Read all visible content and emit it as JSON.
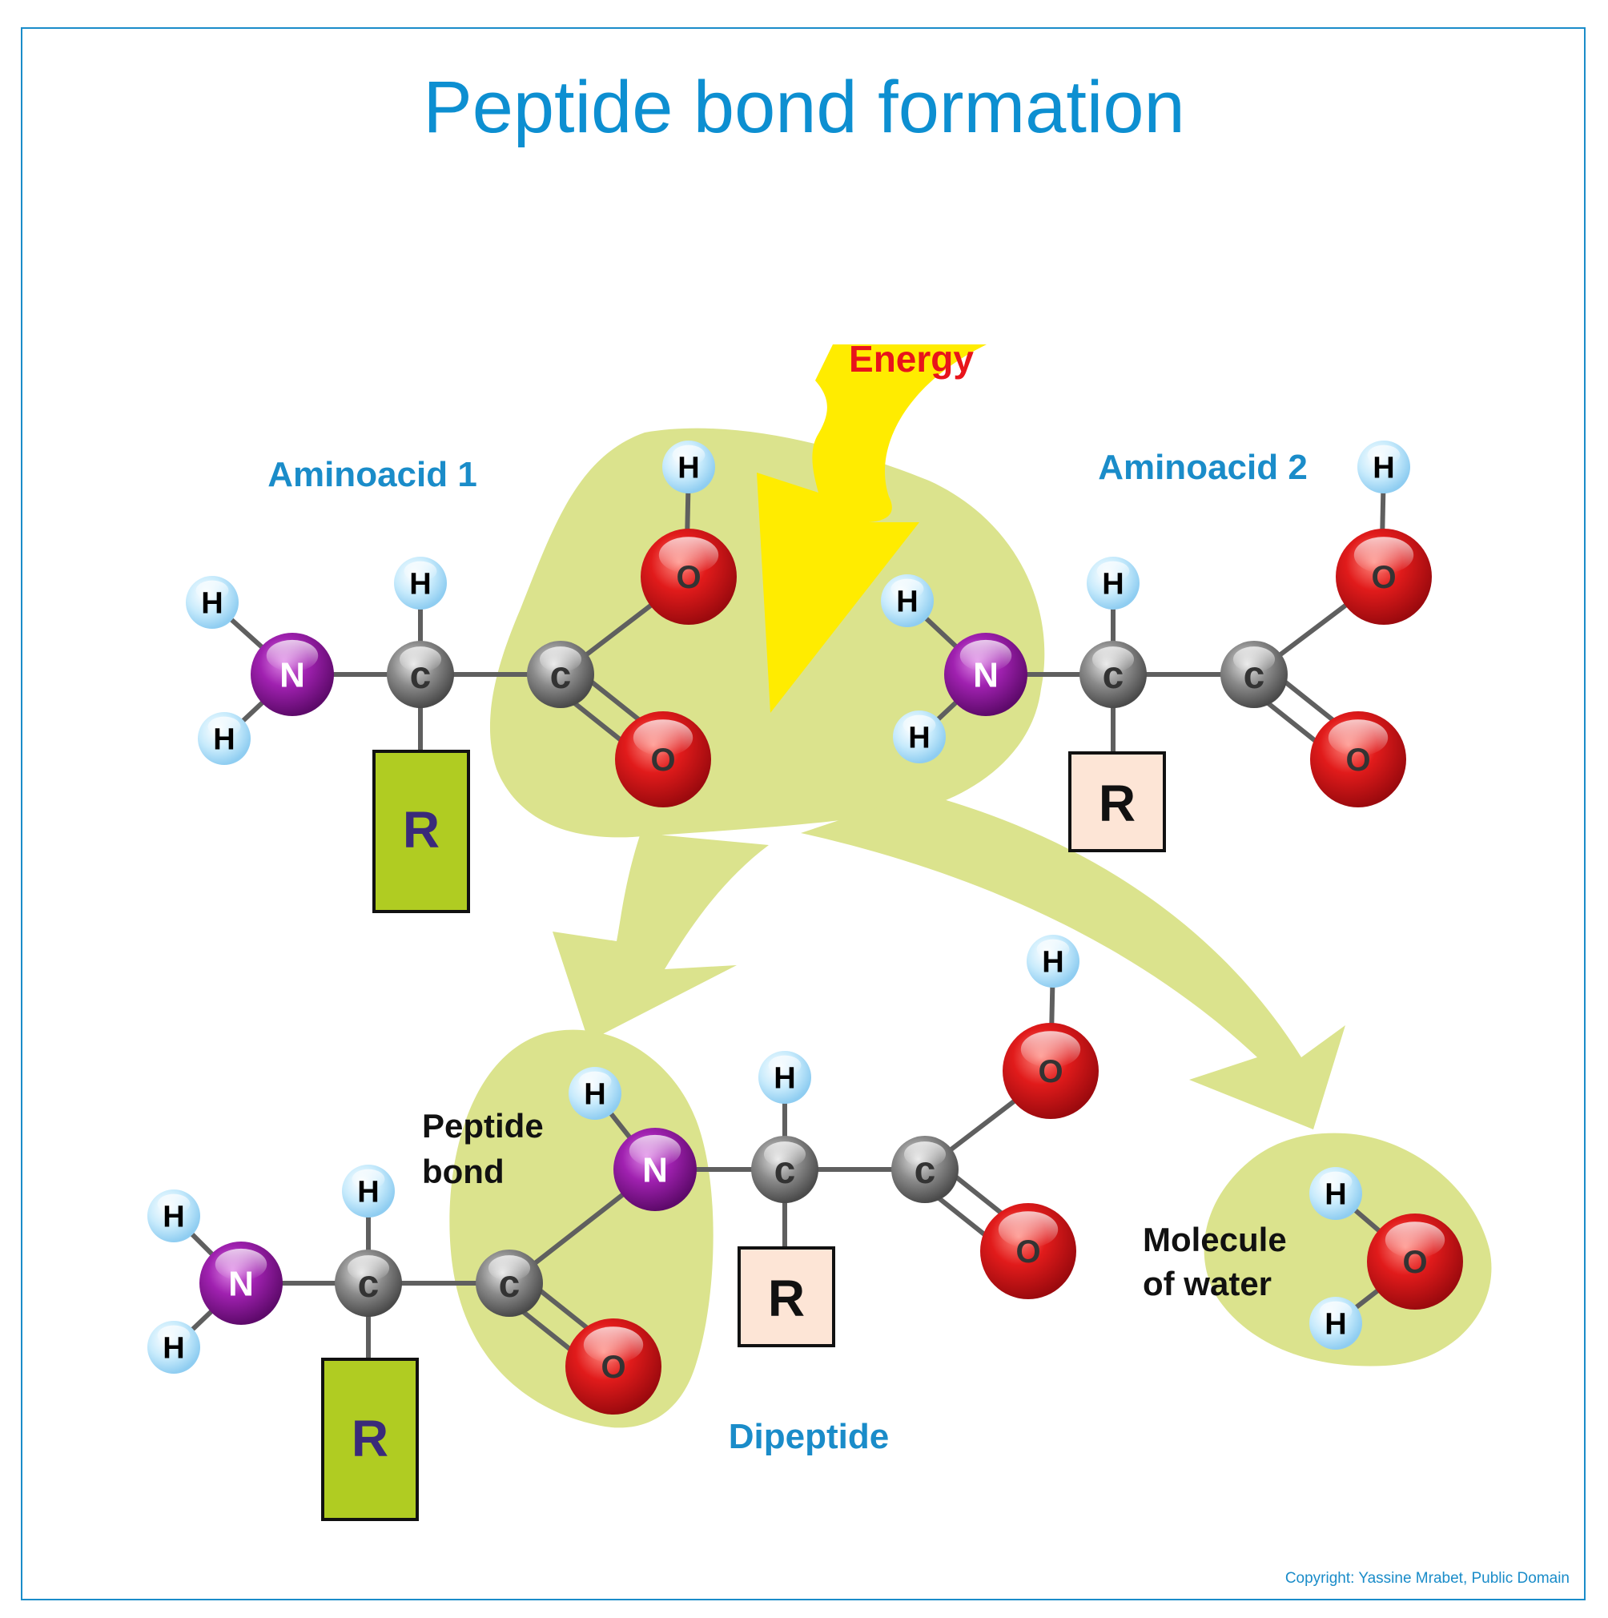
{
  "title": "Peptide bond formation",
  "labels": {
    "energy": "Energy",
    "aminoacid1": "Aminoacid 1",
    "aminoacid2": "Aminoacid 2",
    "peptide_bond_line1": "Peptide",
    "peptide_bond_line2": "bond",
    "dipeptide": "Dipeptide",
    "water_line1": "Molecule",
    "water_line2": "of water"
  },
  "atoms": {
    "hydrogen": "H",
    "nitrogen": "N",
    "carbon": "c",
    "oxygen": "O",
    "residue": "R"
  },
  "copyright": "Copyright: Yassine Mrabet, Public Domain",
  "colors": {
    "title": "#0d8fd1",
    "label_blue": "#1a8cc9",
    "energy": "#e8141b",
    "bolt": "#ffec00",
    "blob": "#dbe38d",
    "residue_green": "#b0cc22",
    "residue_peach": "#fde5d6",
    "oxygen": "#d4141b",
    "nitrogen": "#9a1aa6",
    "carbon": "#888888",
    "hydrogen": "#bfe6fb"
  }
}
